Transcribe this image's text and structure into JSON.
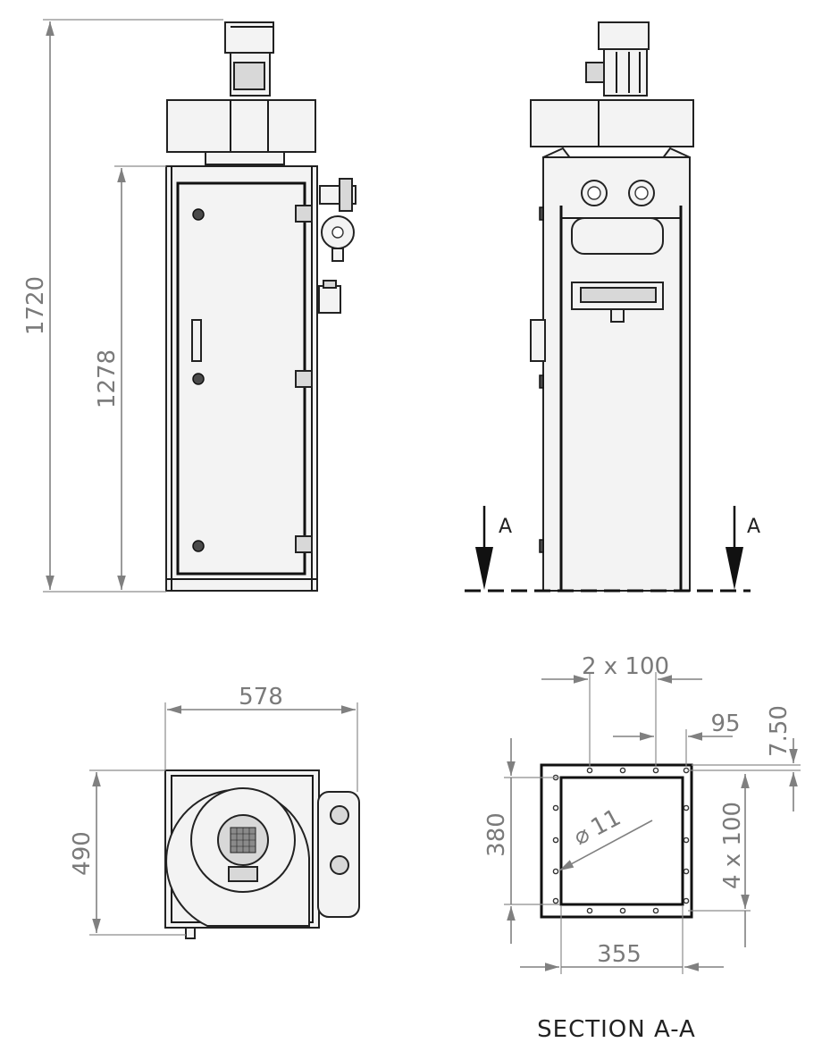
{
  "dimensions": {
    "overall_height": "1720",
    "cabinet_height": "1278",
    "width": "578",
    "depth": "490",
    "hole_spacing_top": "2 x 100",
    "edge_offset": "95",
    "edge_margin": "7.50",
    "opening_height": "380",
    "hole_spacing_side": "4 x 100",
    "hole_diameter": "11",
    "opening_width": "355"
  },
  "section_markers": {
    "left": "A",
    "right": "A"
  },
  "section_title": "SECTION A-A"
}
